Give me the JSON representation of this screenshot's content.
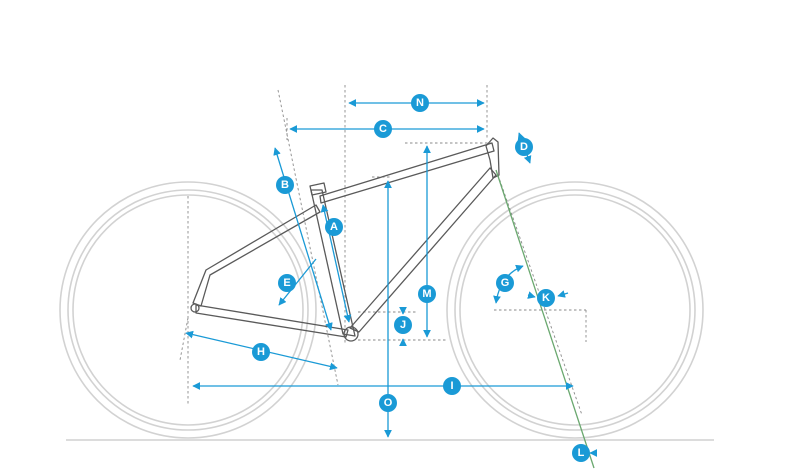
{
  "labels": {
    "a": "A",
    "b": "B",
    "c": "C",
    "d": "D",
    "e": "E",
    "g": "G",
    "h": "H",
    "i": "I",
    "j": "J",
    "k": "K",
    "l": "L",
    "m": "M",
    "n": "N",
    "o": "O"
  },
  "colors": {
    "accent": "#1a9ad6",
    "frame": "#5a5a5a",
    "wheel": "#d2d2d2",
    "trail_line": "#6aa86f",
    "guide": "#8a8a8a"
  }
}
